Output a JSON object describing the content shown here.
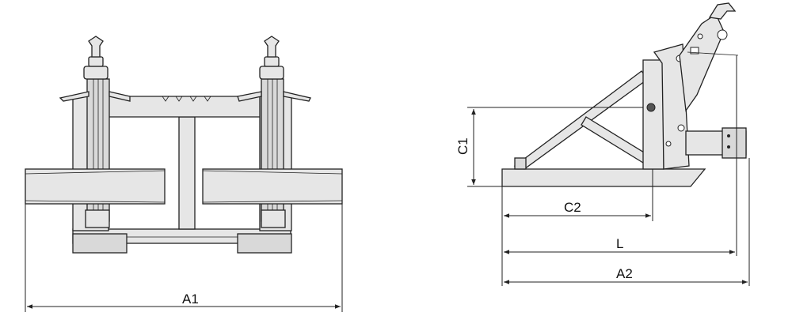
{
  "dimensions": {
    "a1": "A1",
    "a2": "A2",
    "l": "L",
    "c1": "C1",
    "c2": "C2"
  }
}
